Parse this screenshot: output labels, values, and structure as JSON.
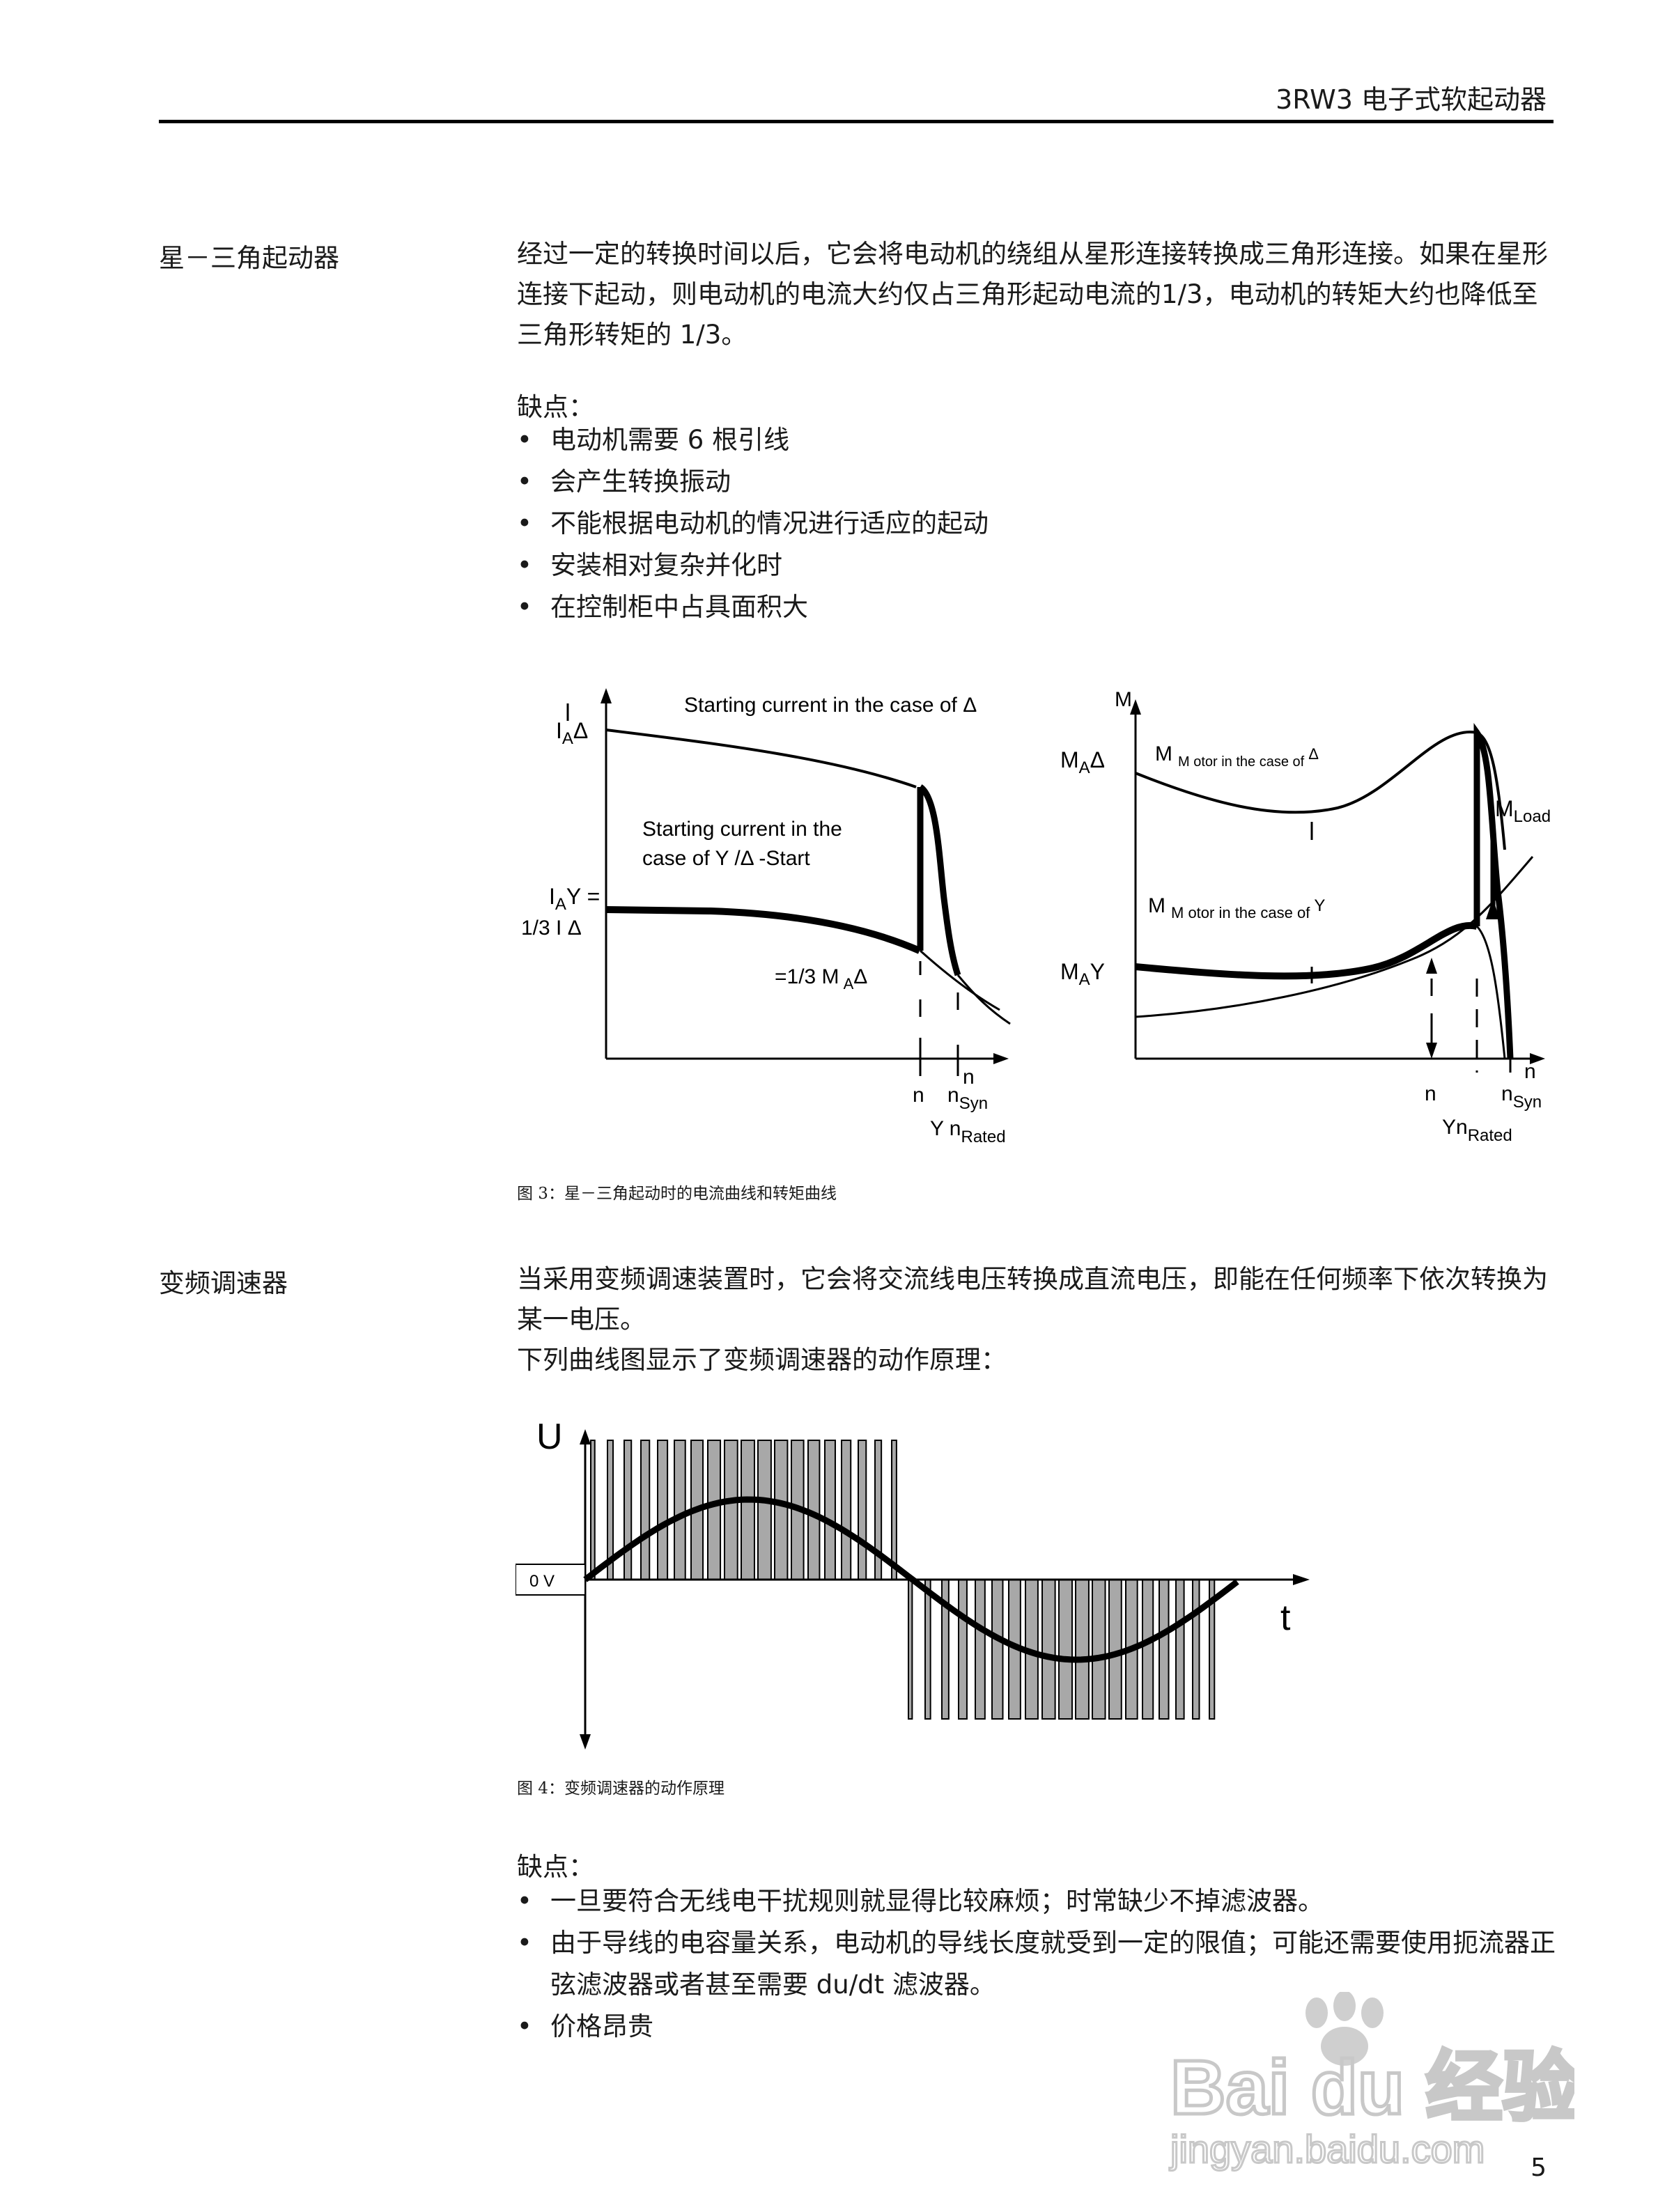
{
  "header": {
    "title": "3RW3 电子式软起动器"
  },
  "section1": {
    "label": "星－三角起动器",
    "paragraph": "经过一定的转换时间以后，它会将电动机的绕组从星形连接转换成三角形连接。如果在星形连接下起动，则电动机的电流大约仅占三角形起动电流的1/3，电动机的转矩大约也降低至三角形转矩的 1/3。",
    "disadvantages_label": "缺点：",
    "bullets": [
      "电动机需要 6 根引线",
      "会产生转换振动",
      "不能根据电动机的情况进行适应的起动",
      "安装相对复杂并化时",
      "在控制柜中占具面积大"
    ]
  },
  "figure3": {
    "current_chart": {
      "y_axis": "I",
      "ia_delta": "I",
      "ia_delta_sub": "A",
      "ia_delta_sym": "Δ",
      "label_delta_curve": "Starting current in the case of  Δ",
      "label_ystart_line1": "Starting current in the",
      "label_ystart_line2": "case of  Y /Δ -Start",
      "iay_1": "I",
      "iay_sub": "A",
      "iay_2": "Y =",
      "iay_frac": "1/3 I Δ",
      "mid_label": "=1/3 M",
      "mid_sub": "A",
      "mid_sym": "Δ",
      "x_axis": "n",
      "tick_n": "n",
      "tick_nsyn": "n",
      "tick_nsyn_sub": "Syn",
      "rated": "Y n",
      "rated_sub": "Rated"
    },
    "torque_chart": {
      "y_axis": "M",
      "ma_delta": "M",
      "ma_delta_sub": "A",
      "ma_delta_sym": "Δ",
      "motor_delta": "M",
      "motor_delta_sub": "M otor in the case  of",
      "motor_delta_sym": "Δ",
      "mload": "M",
      "mload_sub": "Load",
      "motor_y": "M",
      "motor_y_sub": "M otor in the case of",
      "motor_y_sym": "Y",
      "ma_y": "M",
      "ma_y_sub": "A",
      "ma_y_sym": "Y",
      "x_axis": "n",
      "tick_n": "n",
      "tick_nsyn": "n",
      "tick_nsyn_sub": "Syn",
      "rated": "Yn",
      "rated_sub": "Rated"
    },
    "caption": "图 3：星－三角起动时的电流曲线和转矩曲线"
  },
  "section2": {
    "label": "变频调速器",
    "paragraph1": "当采用变频调速装置时，它会将交流线电压转换成直流电压，即能在任何频率下依次转换为某一电压。",
    "paragraph2": "下列曲线图显示了变频调速器的动作原理："
  },
  "figure4": {
    "y_label": "U",
    "x_label": "t",
    "zero_label": "0 V",
    "caption": "图 4：变频调速器的动作原理"
  },
  "section3": {
    "disadvantages_label": "缺点：",
    "bullets": [
      "一旦要符合无线电干扰规则就显得比较麻烦；时常缺少不掉滤波器。",
      "由于导线的电容量关系，电动机的导线长度就受到一定的限值；可能还需要使用扼流器正弦滤波器或者甚至需要 du/dt 滤波器。",
      "价格昂贵"
    ]
  },
  "page_number": "5",
  "watermark": {
    "brand": "Bai du 经验",
    "url": "jingyan.baidu.com"
  }
}
